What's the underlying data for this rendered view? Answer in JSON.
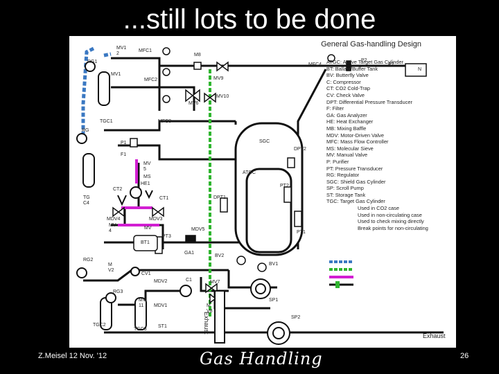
{
  "slide": {
    "title": "...still lots to be done",
    "author_date": "Z.Meisel  12 Nov. '12",
    "footer_logo": "Gas Handling",
    "page_number": "26"
  },
  "diagram": {
    "title": "General Gas-handling Design",
    "exhaust_vertical": "Exhaust",
    "exhaust_box": "Exhaust",
    "labels": {
      "mv12": "MV1\n2",
      "mfc1": "MFC1",
      "m8": "M8",
      "rg1": "RG1",
      "mfc4": "MFC4",
      "p2a": "P2",
      "p2b": "P2",
      "n": "N",
      "mv1": "MV1",
      "mfc2": "MFC2",
      "mv9": "MV9",
      "mv10": "MV10",
      "mv6": "MV6",
      "tgc1": "TGC1",
      "mfc3": "MFC3",
      "rg_left": "RG",
      "p1": "P1",
      "sgc": "SGC",
      "dpt2": "DPT2",
      "f1": "F1",
      "mv5": "MV\n5",
      "ms": "MS",
      "he1": "HE1",
      "atgc": "ATGC",
      "ct2": "CT2",
      "ct1": "CT1",
      "tgc4": "TG\nC4",
      "dpt1": "DPT1",
      "pt2": "PT2",
      "mdv4": "MDV4",
      "mdv3": "MDV3",
      "mv4": "MV\n4",
      "pt3": "PT3",
      "mv": "MV",
      "bt1": "BT1",
      "mdv5": "MDV5",
      "pt1": "PT1",
      "rg2": "RG2",
      "mv2": "M\nV2",
      "ga1": "GA1",
      "bv2": "BV2",
      "bv1": "BV1",
      "cv1": "CV1",
      "rg3": "RG3",
      "mdv2": "MDV2",
      "c1": "C1",
      "mv7": "MV7",
      "mv11": "MV\n11",
      "mdv1": "MDV1",
      "mv8": "M\nV8",
      "sp1": "SP1",
      "tgc2": "TGC2",
      "tgc3": "TGC3",
      "st1": "ST1",
      "sp2": "SP2"
    },
    "legend": [
      "ATGC: Active Target Gas Cylinder",
      "BT: Ballast/Buffer Tank",
      "BV: Butterfly Valve",
      "C: Compressor",
      "CT: CO2 Cold-Trap",
      "CV: Check Valve",
      "DPT: Differential Pressure Transducer",
      "F: Filter",
      "GA: Gas Analyzer",
      "HE: Heat Exchanger",
      "MB: Mixing Baffle",
      "MDV: Motor-Driven Valve",
      "MFC: Mass Flow Controller",
      "MS: Molecular Sieve",
      "MV: Manual Valve",
      "P: Purifier",
      "PT: Pressure Transducer",
      "RG: Regulator",
      "SGC: Shield Gas Cylinder",
      "SP: Scroll Pump",
      "ST: Storage Tank",
      "TGC: Target Gas Cylinder",
      "Used in CO2 case",
      "Used in non-circulating case",
      "Used to check mixing directly",
      "Break points for non-circulating"
    ],
    "colors": {
      "co2_line": "#3a78c2",
      "noncirc_line": "#2fb52f",
      "mixing_line": "#d21fd2",
      "pipe": "#111111"
    }
  }
}
